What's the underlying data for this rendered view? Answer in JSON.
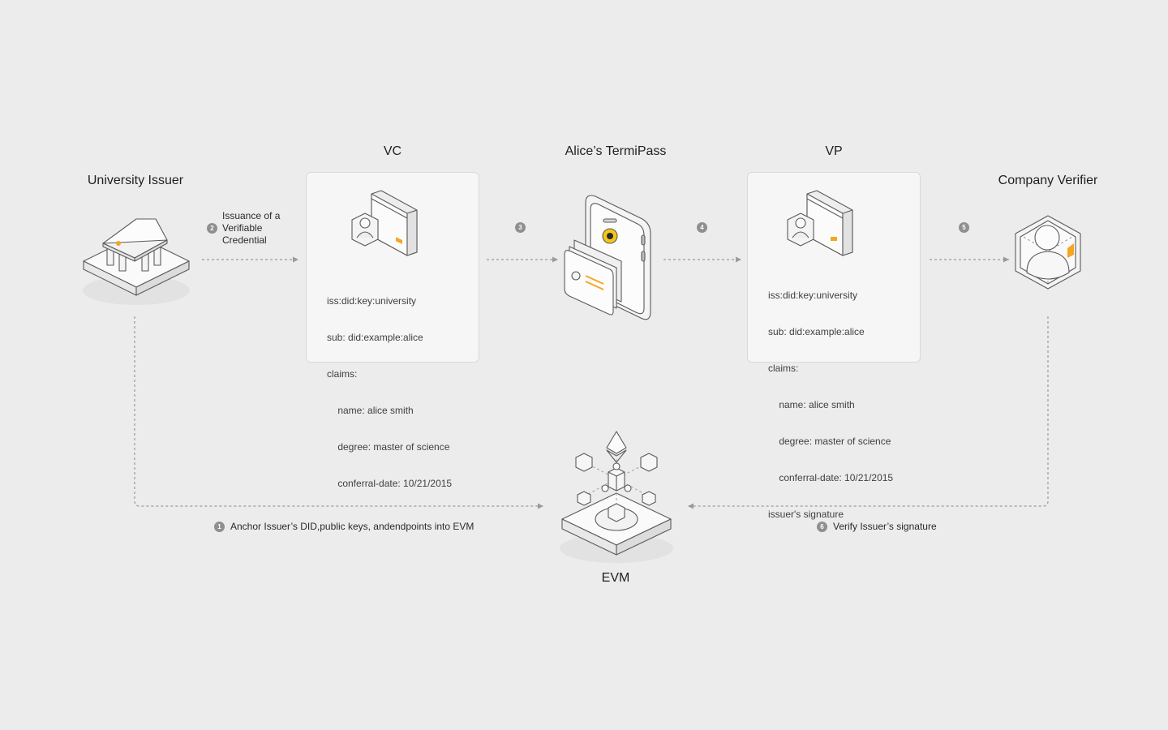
{
  "nodes": {
    "issuer": {
      "title": "University Issuer",
      "icon": "university-building-icon"
    },
    "vc": {
      "title": "VC",
      "icon": "credential-card-icon"
    },
    "wallet": {
      "title": "Alice’s TermiPass",
      "icon": "mobile-wallet-icon"
    },
    "vp": {
      "title": "VP",
      "icon": "presentation-card-icon"
    },
    "verifier": {
      "title": "Company Verifier",
      "icon": "verifier-person-icon"
    },
    "evm": {
      "title": "EVM",
      "icon": "blockchain-evm-icon"
    }
  },
  "vc_card": {
    "lines": [
      "iss:did:key:university",
      "sub: did:example:alice",
      "claims:",
      "    name: alice smith",
      "    degree: master of science",
      "    conferral-date: 10/21/2015"
    ]
  },
  "vp_card": {
    "lines": [
      "iss:did:key:university",
      "sub: did:example:alice",
      "claims:",
      "    name: alice smith",
      "    degree: master of science",
      "    conferral-date: 10/21/2015",
      "issuer's signature"
    ]
  },
  "steps": {
    "s1": {
      "number": "1",
      "label": "Anchor Issuer’s DID,public keys, andendpoints into EVM"
    },
    "s2": {
      "number": "2",
      "label_lines": [
        "Issuance of a",
        "Verifiable",
        "Credential"
      ]
    },
    "s3": {
      "number": "3"
    },
    "s4": {
      "number": "4"
    },
    "s5": {
      "number": "5"
    },
    "s6": {
      "number": "6",
      "label": "Verify Issuer’s signature"
    }
  },
  "colors": {
    "background": "#ececec",
    "accent": "#f5a623",
    "line": "#9a9a9a",
    "badge": "#8f8f8f"
  }
}
